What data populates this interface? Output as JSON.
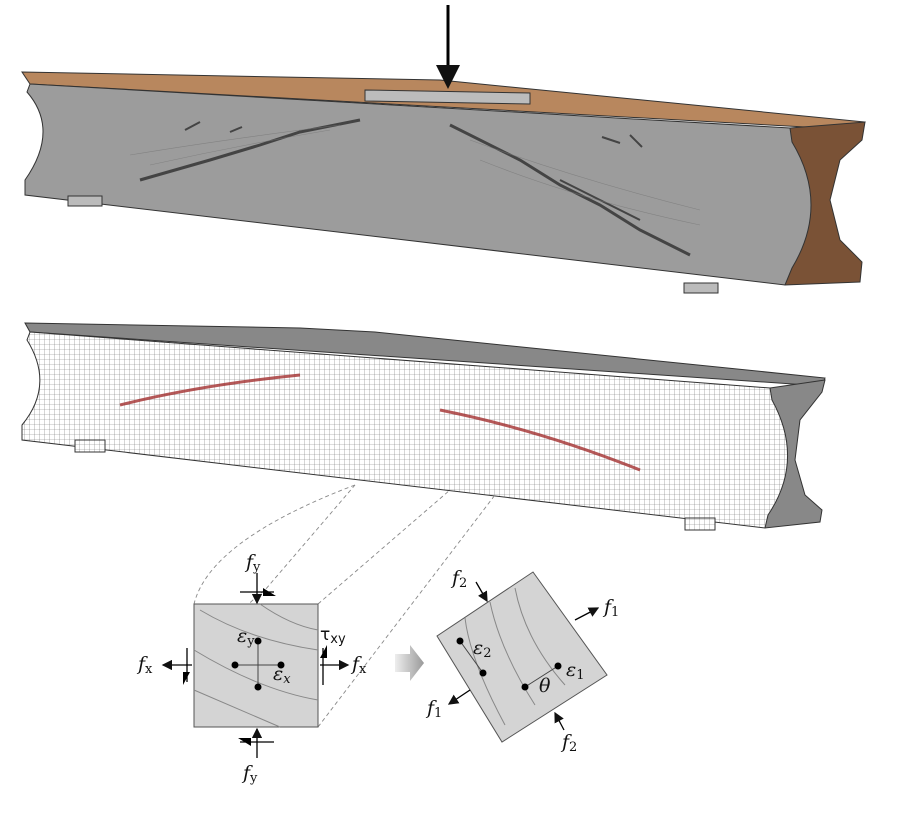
{
  "labels": {
    "fy_top": {
      "main": "f",
      "sub": "y"
    },
    "fy_bottom": {
      "main": "f",
      "sub": "y"
    },
    "fx_left": {
      "main": "f",
      "sub": "x"
    },
    "fx_right": {
      "main": "f",
      "sub": "x"
    },
    "tau": {
      "main": "τ",
      "sub": "xy"
    },
    "eps_y": {
      "main": "ε",
      "sub": "y"
    },
    "eps_x": {
      "main": "ε",
      "sub": "x"
    },
    "f2_top": {
      "main": "f",
      "sub": "2"
    },
    "f2_bottom": {
      "main": "f",
      "sub": "2"
    },
    "f1_right": {
      "main": "f",
      "sub": "1"
    },
    "f1_left": {
      "main": "f",
      "sub": "1"
    },
    "eps_2": {
      "main": "ε",
      "sub": "2"
    },
    "eps_1": {
      "main": "ε",
      "sub": "1"
    },
    "theta": "θ"
  },
  "colors": {
    "concrete": "#9c9c9c",
    "end_face": "#7a5236",
    "top_face": "#b8875e",
    "crack": "#444444",
    "mesh_crack": "#a33030"
  }
}
